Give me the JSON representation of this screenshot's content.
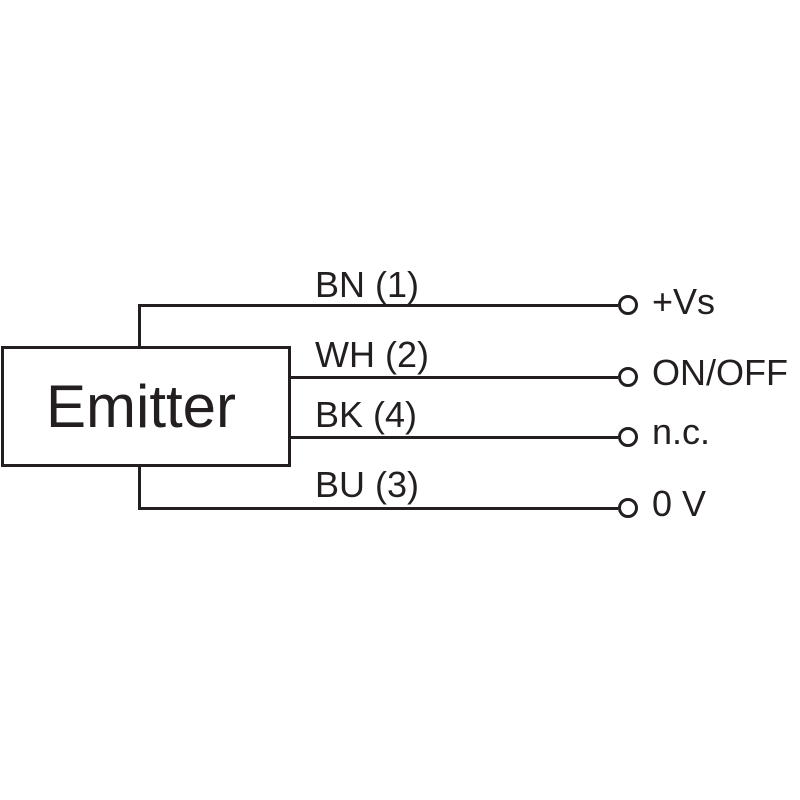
{
  "diagram": {
    "type": "sensor-connection-diagram",
    "device_label": "Emitter",
    "wires": [
      {
        "color_code": "BN",
        "pin": "1",
        "wire_label": "BN (1)",
        "terminal_label": "+Vs"
      },
      {
        "color_code": "WH",
        "pin": "2",
        "wire_label": "WH (2)",
        "terminal_label": "ON/OFF"
      },
      {
        "color_code": "BK",
        "pin": "4",
        "wire_label": "BK (4)",
        "terminal_label": "n.c."
      },
      {
        "color_code": "BU",
        "pin": "3",
        "wire_label": "BU (3)",
        "terminal_label": "0 V"
      }
    ],
    "colors": {
      "line": "#231f20",
      "background": "#ffffff"
    }
  }
}
